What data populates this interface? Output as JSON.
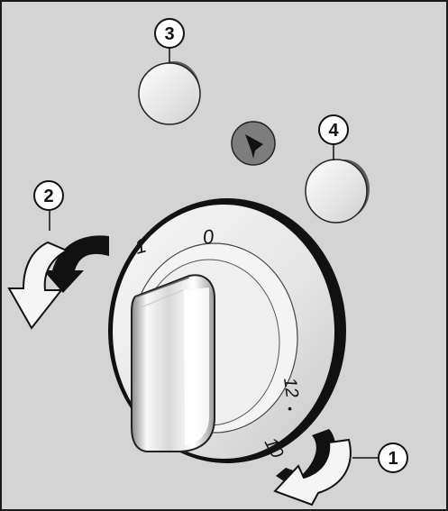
{
  "figure": {
    "callouts": {
      "c1": "1",
      "c2": "2",
      "c3": "3",
      "c4": "4"
    },
    "dial_labels": {
      "one": "1",
      "zero": "0",
      "twelve": "12",
      "dot": "•",
      "ten": "10"
    },
    "colors": {
      "panel_bg": "#d4d4d4",
      "panel_border": "#1a1a1a",
      "dial_face": "#ececec",
      "arrow_dark": "#111111",
      "arrow_light": "#f5f5f5"
    },
    "icons": {
      "center_indicator": "bell-indicator-icon",
      "lamp3": "round-lamp-icon",
      "lamp4": "round-lamp-icon",
      "knob": "control-knob-icon",
      "arrow1": "turn-left-arrow-icon",
      "arrow2": "turn-left-arrow-icon"
    }
  }
}
